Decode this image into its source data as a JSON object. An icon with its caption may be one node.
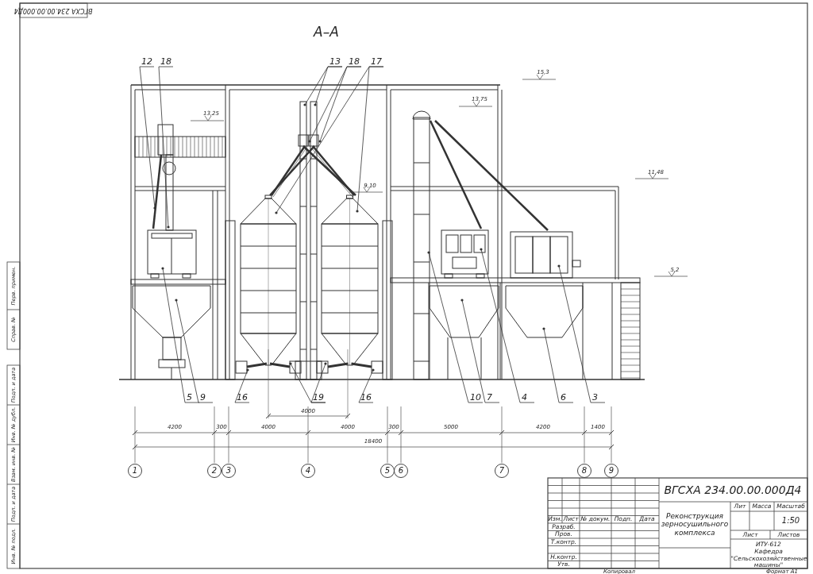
{
  "diagram": {
    "title": "А–А",
    "nodes": [
      {
        "text": [
          "12"
        ]
      },
      {
        "text": [
          "18"
        ]
      },
      {
        "text": [
          "13"
        ]
      },
      {
        "text": [
          "18"
        ]
      },
      {
        "text": [
          "17"
        ]
      },
      {
        "text": [
          "5"
        ]
      },
      {
        "text": [
          "9"
        ]
      },
      {
        "text": [
          "16"
        ]
      },
      {
        "text": [
          "19"
        ]
      },
      {
        "text": [
          "16"
        ]
      },
      {
        "text": [
          "10"
        ]
      },
      {
        "text": [
          "7"
        ]
      },
      {
        "text": [
          "4"
        ]
      },
      {
        "text": [
          "6"
        ]
      },
      {
        "text": [
          "3"
        ]
      },
      {
        "text": [
          "1"
        ]
      },
      {
        "text": [
          "2"
        ]
      },
      {
        "text": [
          "3"
        ]
      },
      {
        "text": [
          "4"
        ]
      },
      {
        "text": [
          "5"
        ]
      },
      {
        "text": [
          "6"
        ]
      },
      {
        "text": [
          "7"
        ]
      },
      {
        "text": [
          "8"
        ]
      },
      {
        "text": [
          "9"
        ]
      }
    ],
    "edges": [
      {
        "from": 0,
        "to": null,
        "arrow": "other"
      },
      {
        "from": 1,
        "to": null,
        "arrow": "other"
      },
      {
        "from": 2,
        "to": null,
        "arrow": "other"
      },
      {
        "from": 2,
        "to": null,
        "arrow": "other"
      },
      {
        "from": 3,
        "to": null,
        "arrow": "other"
      },
      {
        "from": 3,
        "to": null,
        "arrow": "other"
      },
      {
        "from": 4,
        "to": null,
        "arrow": "other"
      },
      {
        "from": 4,
        "to": null,
        "arrow": "other"
      },
      {
        "from": 5,
        "to": null,
        "arrow": "other"
      },
      {
        "from": 6,
        "to": null,
        "arrow": "other"
      },
      {
        "from": 7,
        "to": null,
        "arrow": "other"
      },
      {
        "from": 8,
        "to": null,
        "arrow": "other"
      },
      {
        "from": 8,
        "to": null,
        "arrow": "other"
      },
      {
        "from": 9,
        "to": null,
        "arrow": "other"
      },
      {
        "from": 10,
        "to": null,
        "arrow": "other"
      },
      {
        "from": 11,
        "to": null,
        "arrow": "other"
      },
      {
        "from": 12,
        "to": null,
        "arrow": "other"
      },
      {
        "from": 13,
        "to": null,
        "arrow": "other"
      },
      {
        "from": 14,
        "to": null,
        "arrow": "other"
      }
    ],
    "labels": [
      "15,3",
      "13,25",
      "13,75",
      "11,48",
      "9,10",
      "5,2",
      "4000",
      "4200",
      "300",
      "4000",
      "4000",
      "300",
      "5000",
      "4200",
      "1400",
      "18400",
      "ВГСХА 234.00.00.000Д4",
      "Изм.",
      "Лист",
      "№ докум.",
      "Подп.",
      "Дата",
      "Реконструкция зерносушильного комплекса",
      "Лит",
      "Масса",
      "Масштаб",
      "Разраб.",
      "Пров.",
      "1:50",
      "Т.контр.",
      "Лист",
      "Листов",
      "Н.контр.",
      "ИТУ-612",
      "Утв.",
      "Кафедра \"Сельскохозяйственные машины\"",
      "Копировал",
      "Формат А1",
      "ВГСХА 234.00.00.000Д4",
      "Перв. примен.",
      "Справ. №",
      "Подп. и дата",
      "Инв. № дубл.",
      "Взам. инв. №",
      "Подп. и дата",
      "Инв. № подл."
    ]
  }
}
